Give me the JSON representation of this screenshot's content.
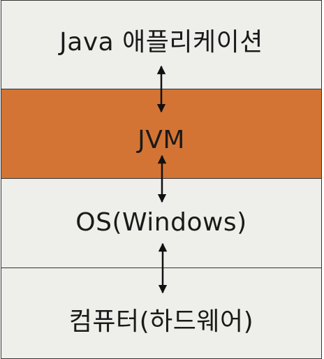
{
  "layers": [
    {
      "id": "app",
      "label": "Java 애플리케이션",
      "fill": "#eeeeea"
    },
    {
      "id": "jvm",
      "label": "JVM",
      "fill": "#d47434"
    },
    {
      "id": "os",
      "label": "OS(Windows)",
      "fill": "#eeeeea"
    },
    {
      "id": "hw",
      "label": "컴퓨터(하드웨어)",
      "fill": "#eeeeea"
    }
  ],
  "colors": {
    "border": "#333333",
    "arrow": "#111111"
  }
}
